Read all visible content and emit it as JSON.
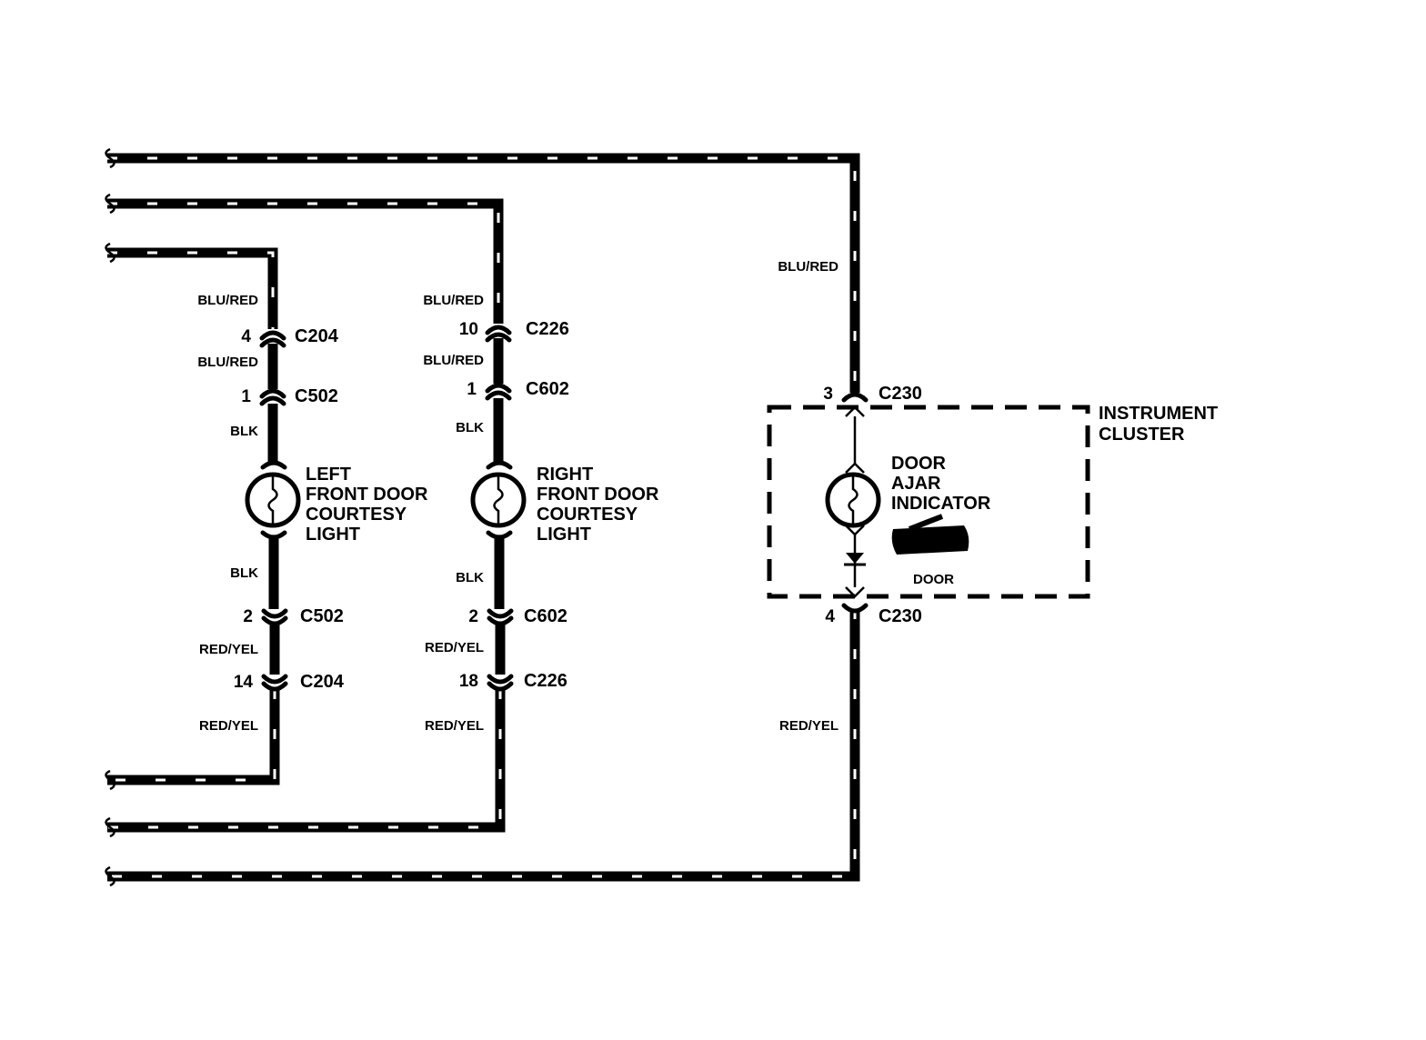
{
  "colors": {
    "wire": "#000000",
    "stripe": "#ffffff",
    "background": "#ffffff"
  },
  "left_branch": {
    "wire_top_upper": "BLU/RED",
    "connector_1": {
      "pin": "4",
      "name": "C204"
    },
    "wire_top_lower": "BLU/RED",
    "connector_2": {
      "pin": "1",
      "name": "C502"
    },
    "wire_lamp_top": "BLK",
    "lamp_label": [
      "LEFT",
      "FRONT DOOR",
      "COURTESY",
      "LIGHT"
    ],
    "wire_lamp_bottom": "BLK",
    "connector_3": {
      "pin": "2",
      "name": "C502"
    },
    "wire_bottom_upper": "RED/YEL",
    "connector_4": {
      "pin": "14",
      "name": "C204"
    },
    "wire_bottom_lower": "RED/YEL"
  },
  "right_branch": {
    "wire_top_upper": "BLU/RED",
    "connector_1": {
      "pin": "10",
      "name": "C226"
    },
    "wire_top_lower": "BLU/RED",
    "connector_2": {
      "pin": "1",
      "name": "C602"
    },
    "wire_lamp_top": "BLK",
    "lamp_label": [
      "RIGHT",
      "FRONT DOOR",
      "COURTESY",
      "LIGHT"
    ],
    "wire_lamp_bottom": "BLK",
    "connector_3": {
      "pin": "2",
      "name": "C602"
    },
    "wire_bottom_upper": "RED/YEL",
    "connector_4": {
      "pin": "18",
      "name": "C226"
    },
    "wire_bottom_lower": "RED/YEL"
  },
  "cluster_branch": {
    "wire_top": "BLU/RED",
    "connector_top": {
      "pin": "3",
      "name": "C230"
    },
    "cluster_label": [
      "INSTRUMENT",
      "CLUSTER"
    ],
    "indicator_label": [
      "DOOR",
      "AJAR",
      "INDICATOR"
    ],
    "symbol_caption": "DOOR",
    "connector_bottom": {
      "pin": "4",
      "name": "C230"
    },
    "wire_bottom": "RED/YEL"
  }
}
